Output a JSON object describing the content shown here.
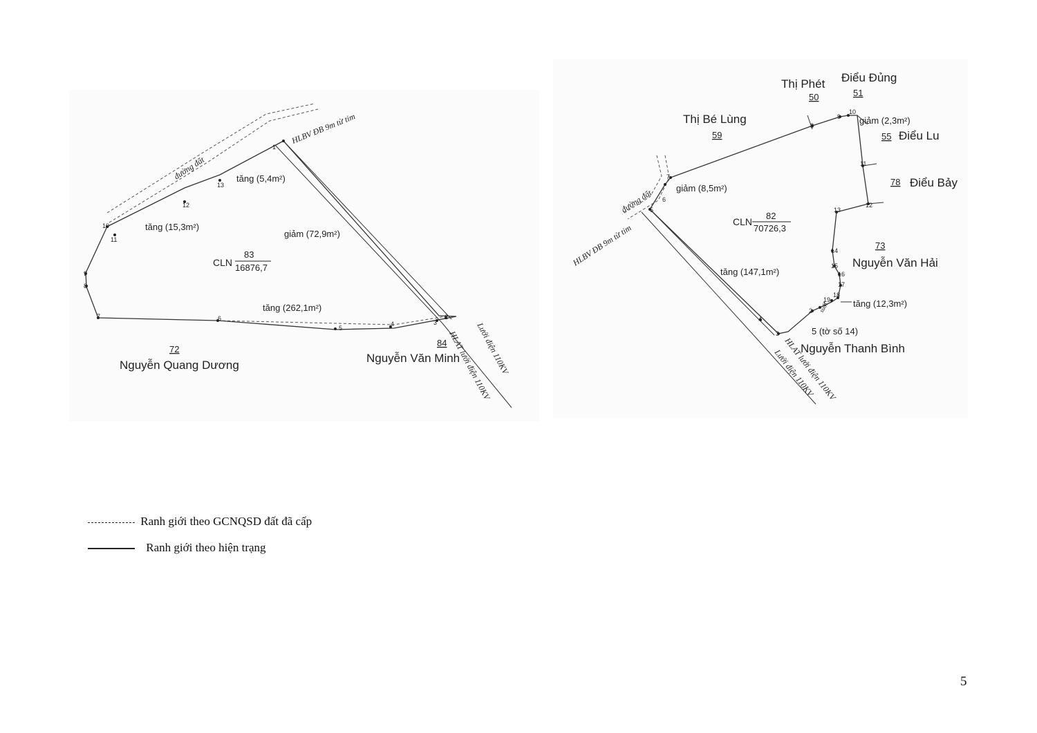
{
  "left_map": {
    "parcel_code": "CLN",
    "parcel_number": "83",
    "parcel_area": "16876,7",
    "road_label": "đường đất",
    "corridor_label": "HLBV ĐB 9m từ tim",
    "powerline_corridor_label": "HLAT lưới điện 110KV",
    "powerline_label": "Lưới điện 110KV",
    "changes": [
      "tăng (5,4m²)",
      "tăng (15,3m²)",
      "giảm (72,9m²)",
      "tăng (262,1m²)"
    ],
    "neighbors": [
      {
        "number": "72",
        "name": "Nguyễn Quang Dương"
      },
      {
        "number": "84",
        "name": "Nguyễn Văn Minh"
      }
    ],
    "vertices": [
      "1",
      "2",
      "3",
      "4",
      "5",
      "6",
      "7",
      "8",
      "9",
      "10",
      "11",
      "12",
      "13"
    ]
  },
  "right_map": {
    "parcel_code": "CLN",
    "parcel_number": "82",
    "parcel_area": "70726,3",
    "road_label": "đường đất",
    "corridor_label": "HLBV ĐB 9m từ tim",
    "powerline_corridor_label": "HLAT lưới điện 110KV",
    "powerline_label": "Lưới điện 110KV",
    "stream_label": "suối",
    "changes": [
      "giảm (2,3m²)",
      "giảm (8,5m²)",
      "tăng (147,1m²)",
      "tăng (12,3m²)"
    ],
    "neighbors": [
      {
        "number": "59",
        "name": "Thị Bé Lùng"
      },
      {
        "number": "50",
        "name": "Thị Phét"
      },
      {
        "number": "51",
        "name": "Điểu Đủng"
      },
      {
        "number": "55",
        "name": "Điểu Lu"
      },
      {
        "number": "78",
        "name": "Điểu Bảy"
      },
      {
        "number": "73",
        "name": "Nguyễn Văn Hải"
      },
      {
        "number": "",
        "name": "Nguyễn Thanh Bình"
      }
    ],
    "sheet_note": "5 (tờ số 14)",
    "vertices": [
      "1",
      "2",
      "3",
      "4",
      "5",
      "6",
      "7",
      "8",
      "9",
      "10",
      "11",
      "12",
      "13",
      "14",
      "15",
      "16",
      "17",
      "18",
      "19"
    ]
  },
  "legend": {
    "dashed_label": "Ranh giới theo GCNQSD đất đã cấp",
    "solid_label": "Ranh giới theo hiện trạng"
  },
  "page_number": "5"
}
